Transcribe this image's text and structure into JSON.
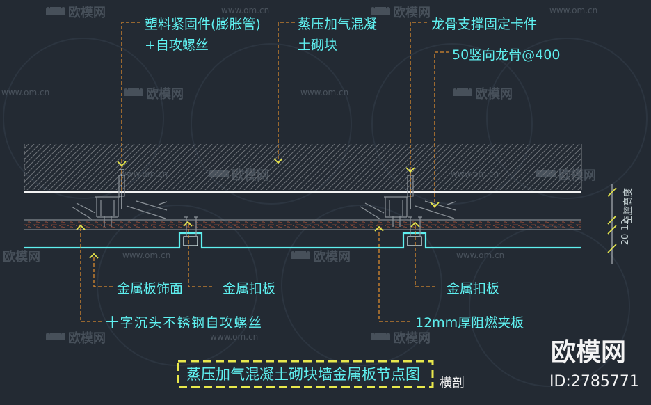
{
  "drawing": {
    "labels": {
      "fastener_1": "塑料紧固件(膨胀管)",
      "fastener_2": "+自攻螺丝",
      "block_1": "蒸压加气混凝",
      "block_2": "土砌块",
      "clip": "龙骨支撑固定卡件",
      "keel": "50竖向龙骨@400",
      "facing": "金属板饰面",
      "buckle_left": "金属扣板",
      "buckle_right": "金属扣板",
      "screw": "十字沉头不锈钢自攻螺丝",
      "plywood": "12mm厚阻燃夹板"
    },
    "dimension": {
      "cavity": "空腔高度",
      "upper": "12",
      "lower": "20"
    },
    "title": "蒸压加气混凝土砌块墙金属板节点图",
    "section": "横剖"
  },
  "watermark": {
    "brand": "欧模网",
    "url": "www.om.cn",
    "id": "ID:2785771"
  },
  "icons": {
    "watermark_logo": "sofa-icon"
  },
  "colors": {
    "background": "#232a33",
    "label": "#5ff0f0",
    "leader": "#d98a2e",
    "arrow": "#e8e84c",
    "hatch": "#6c7177",
    "panel": "#5ff0f0",
    "plywood": "#b9593a",
    "title_frame": "#e8e84c"
  }
}
